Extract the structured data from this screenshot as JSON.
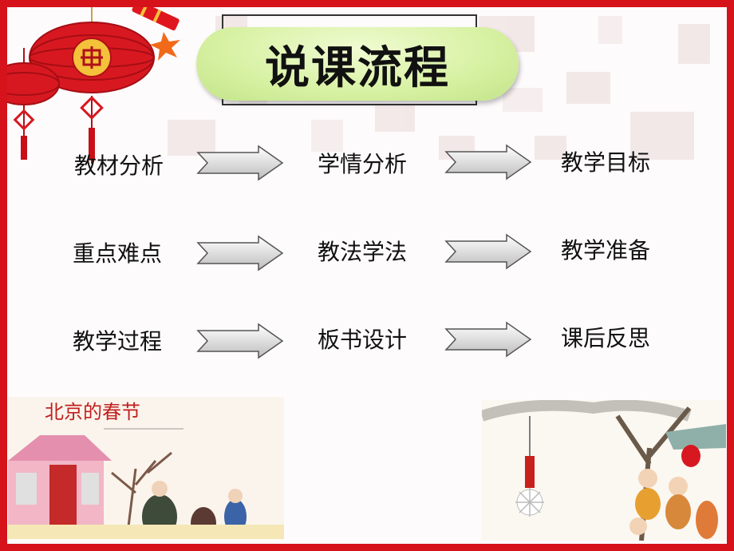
{
  "title": "说课流程",
  "steps": [
    [
      "教材分析",
      "学情分析",
      "教学目标"
    ],
    [
      "重点难点",
      "教法学法",
      "教学准备"
    ],
    [
      "教学过程",
      "板书设计",
      "课后反思"
    ]
  ],
  "book_title": "北京的春节",
  "colors": {
    "frame": "#d6121a",
    "title_bg": "#d7f1a2",
    "arrow_fill": "#e0e0e0",
    "arrow_stroke": "#555555"
  },
  "icons": {
    "arrow": "right-arrow-icon",
    "lantern": "chinese-knot-lantern",
    "firecracker": "firecracker-illustration"
  }
}
